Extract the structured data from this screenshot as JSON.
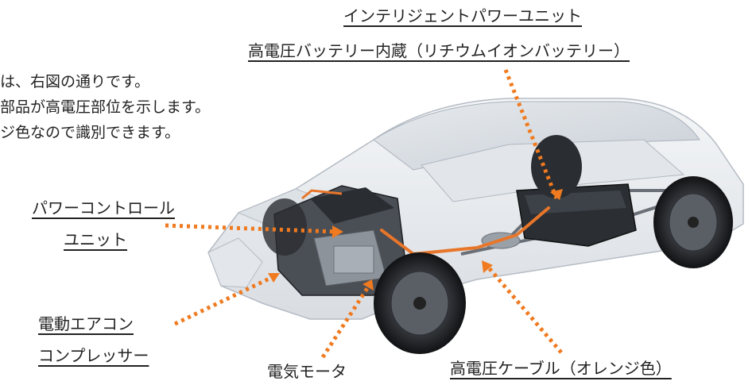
{
  "intro_lines": [
    "は、右図の通りです。",
    "部品が高電圧部位を示します。",
    "ジ色なので識別できます。"
  ],
  "labels": {
    "ipu_line1": "インテリジェントパワーユニット",
    "ipu_line2": "高電圧バッテリー内蔵（リチウムイオンバッテリー）",
    "pcu_line1": "パワーコントロール",
    "pcu_line2": "ユニット",
    "compressor_line1": "電動エアコン",
    "compressor_line2": "コンプレッサー",
    "motor": "電気モータ",
    "cable": "高電圧ケーブル（オレンジ色）"
  },
  "colors": {
    "callout_orange": "#f07a1f",
    "cable_orange": "#e8762a",
    "text": "#222222"
  }
}
